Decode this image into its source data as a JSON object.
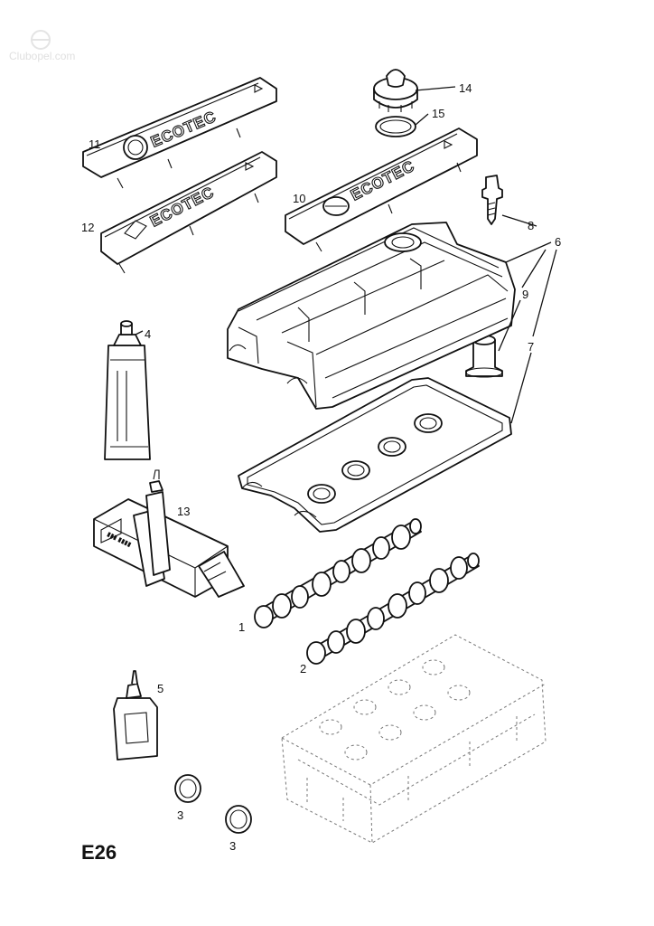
{
  "watermark": "Clubopel.com",
  "page_code": "E26",
  "brand_text": "ECOTEC",
  "callouts": {
    "c1": "1",
    "c2": "2",
    "c3a": "3",
    "c3b": "3",
    "c4": "4",
    "c5": "5",
    "c6": "6",
    "c7": "7",
    "c8": "8",
    "c9": "9",
    "c10": "10",
    "c11": "11",
    "c12": "12",
    "c13": "13",
    "c14": "14",
    "c15": "15"
  }
}
